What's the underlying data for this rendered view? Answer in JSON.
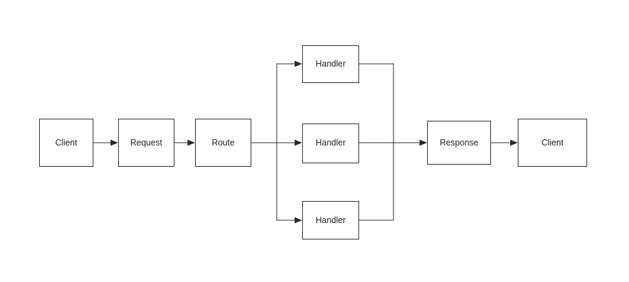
{
  "diagram": {
    "nodes": {
      "client_in": "Client",
      "request": "Request",
      "route": "Route",
      "handler_top": "Handler",
      "handler_middle": "Handler",
      "handler_bottom": "Handler",
      "response": "Response",
      "client_out": "Client"
    },
    "edges": [
      {
        "from": "client_in",
        "to": "request"
      },
      {
        "from": "request",
        "to": "route"
      },
      {
        "from": "route",
        "to": "handler_top"
      },
      {
        "from": "route",
        "to": "handler_middle"
      },
      {
        "from": "route",
        "to": "handler_bottom"
      },
      {
        "from": "handler_top",
        "to": "response"
      },
      {
        "from": "handler_middle",
        "to": "response"
      },
      {
        "from": "handler_bottom",
        "to": "response"
      },
      {
        "from": "response",
        "to": "client_out"
      }
    ],
    "colors": {
      "stroke": "#2b2b2b",
      "fill": "#ffffff",
      "text": "#222222"
    }
  }
}
